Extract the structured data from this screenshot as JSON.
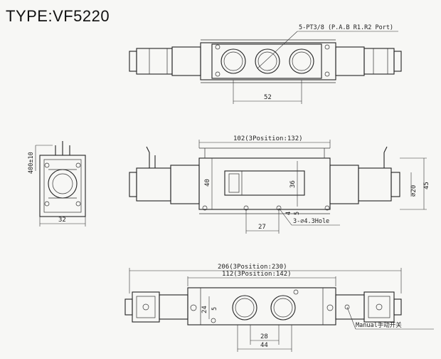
{
  "title": "TYPE:VF5220",
  "top_view": {
    "port_note": "5-PT3/8 (P.A.B R1.R2 Port)",
    "dim_port_spacing": "52"
  },
  "side_view": {
    "dim_length": "102(3Position:132)",
    "dim_height_40": "40",
    "dim_height_36": "36",
    "dim_4": "4",
    "dim_5": "5",
    "dim_27": "27",
    "hole_note": "3-⌀4.3Hole",
    "dim_diam20": "⌀20",
    "dim_45": "45"
  },
  "coil_view": {
    "dim_400": "400±10",
    "dim_32": "32"
  },
  "bottom_view": {
    "dim_total": "206(3Position:230)",
    "dim_body": "112(3Position:142)",
    "dim_24": "24",
    "dim_5": "5",
    "dim_28": "28",
    "dim_44": "44",
    "manual_note": "Manual手动开关"
  }
}
